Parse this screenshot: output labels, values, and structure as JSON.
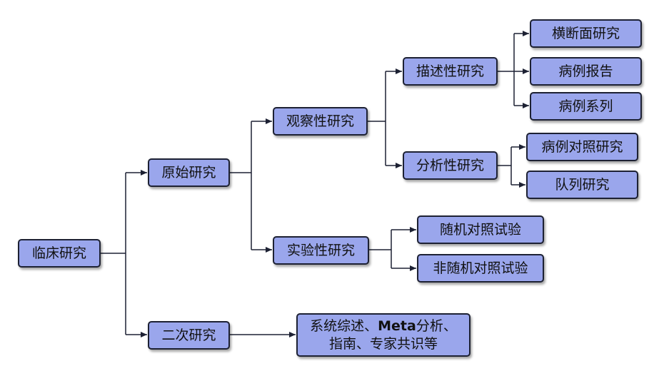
{
  "nodes": {
    "root": "临床研究",
    "original": "原始研究",
    "secondary": "二次研究",
    "observational": "观察性研究",
    "experimental": "实验性研究",
    "descriptive": "描述性研究",
    "analytical": "分析性研究",
    "cross_sectional": "横断面研究",
    "case_report": "病例报告",
    "case_series": "病例系列",
    "case_control": "病例对照研究",
    "cohort": "队列研究",
    "rct": "随机对照试验",
    "non_rct": "非随机对照试验",
    "secondary_detail": {
      "line1_prefix": "系统综述、",
      "line1_bold": "Meta",
      "line1_suffix": "分析、",
      "line2": "指南、专家共识等"
    }
  },
  "colors": {
    "box_fill": "#9aa6ec",
    "box_border": "#1d2133",
    "line": "#1d2133"
  }
}
